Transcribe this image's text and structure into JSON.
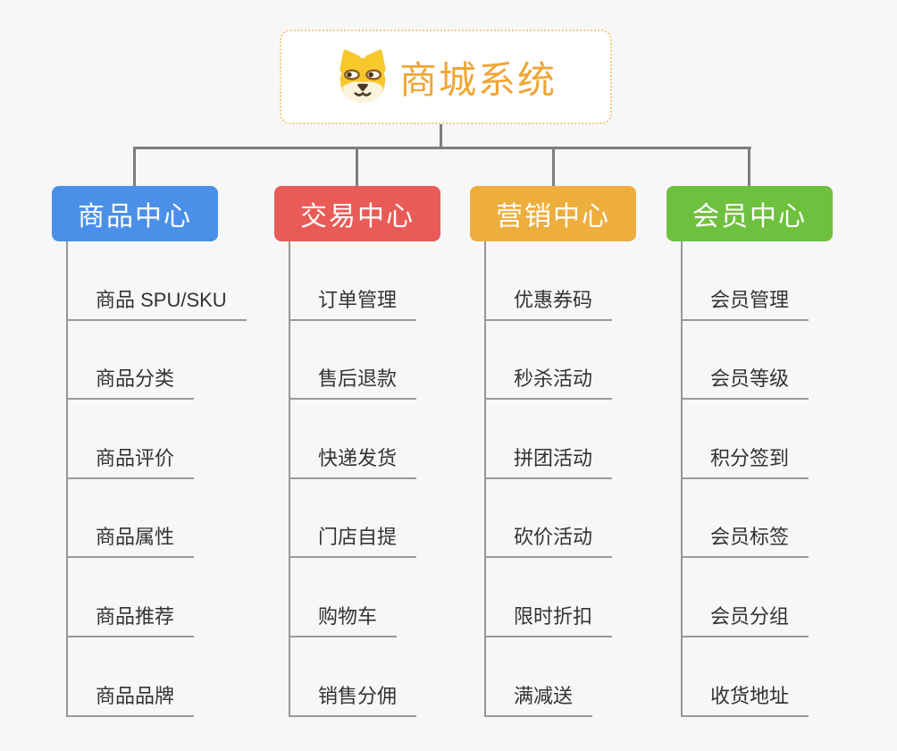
{
  "root": {
    "title": "商城系统",
    "icon": "dog-face-icon",
    "title_color": "#f0a636",
    "border_color": "#f5c87e",
    "background": "#ffffff"
  },
  "canvas": {
    "background_color": "#f7f7f7",
    "connector_color": "#7e7e7e",
    "sub_line_color": "#9a9a9a",
    "item_text_color": "#333333"
  },
  "branches": [
    {
      "label": "商品中心",
      "color": "#4a8fe8",
      "items": [
        "商品 SPU/SKU",
        "商品分类",
        "商品评价",
        "商品属性",
        "商品推荐",
        "商品品牌"
      ]
    },
    {
      "label": "交易中心",
      "color": "#e95b57",
      "items": [
        "订单管理",
        "售后退款",
        "快递发货",
        "门店自提",
        "购物车",
        "销售分佣"
      ]
    },
    {
      "label": "营销中心",
      "color": "#edae3e",
      "items": [
        "优惠券码",
        "秒杀活动",
        "拼团活动",
        "砍价活动",
        "限时折扣",
        "满减送"
      ]
    },
    {
      "label": "会员中心",
      "color": "#6ec13e",
      "items": [
        "会员管理",
        "会员等级",
        "积分签到",
        "会员标签",
        "会员分组",
        "收货地址"
      ]
    }
  ]
}
